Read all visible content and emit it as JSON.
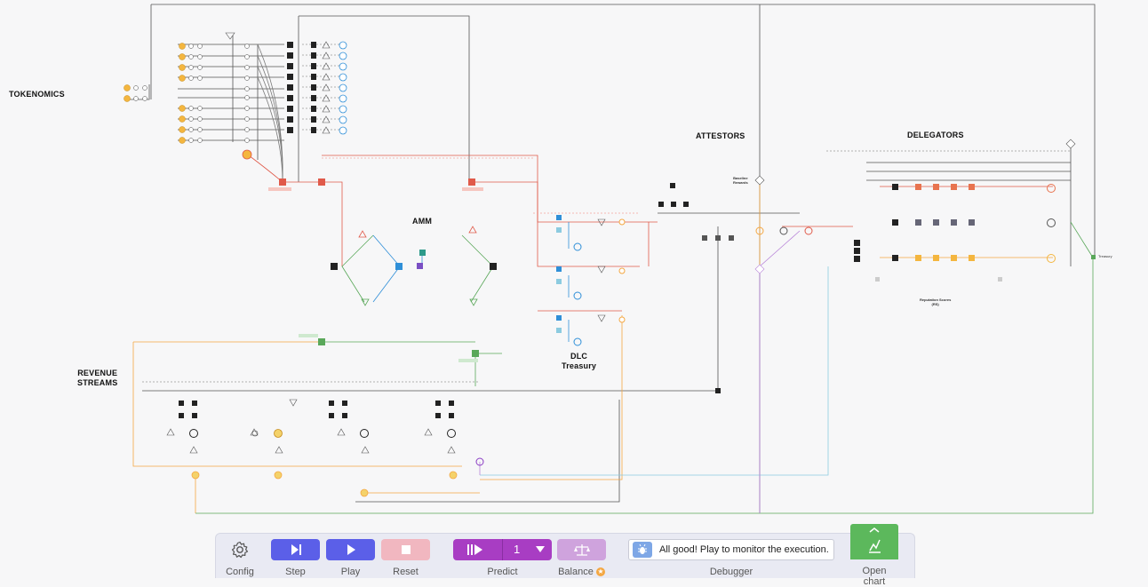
{
  "sections": {
    "tokenomics": "TOKENOMICS",
    "amm": "AMM",
    "attestors": "ATTESTORS",
    "delegators": "DELEGATORS",
    "revenue_line1": "REVENUE",
    "revenue_line2": "STREAMS",
    "dlc_line1": "DLC",
    "dlc_line2": "Treasury"
  },
  "sub_labels": {
    "baseline_rewards_1": "Baseline",
    "baseline_rewards_2": "Rewards",
    "reputation_scores_1": "Reputation Scores",
    "reputation_scores_2": "(RS)",
    "treasury": "Treasury"
  },
  "toolbar": {
    "config": "Config",
    "step": "Step",
    "play": "Play",
    "reset": "Reset",
    "predict": "Predict",
    "predict_count": "1",
    "balance": "Balance",
    "debugger_message": "All good! Play to monitor the execution.",
    "debugger": "Debugger",
    "open_chart": "Open chart"
  },
  "colors": {
    "toolbar_bg": "#e9eaf3",
    "step_play": "#5b5fe8",
    "reset": "#f1b7c0",
    "predict": "#a83dc3",
    "balance": "#cfa3dd",
    "open_chart": "#5cb85c",
    "flow_red": "#e05a4a",
    "flow_orange": "#f4a742",
    "flow_green": "#5aa85a",
    "flow_blue": "#2f8fd8",
    "flow_purple": "#b884d8"
  }
}
